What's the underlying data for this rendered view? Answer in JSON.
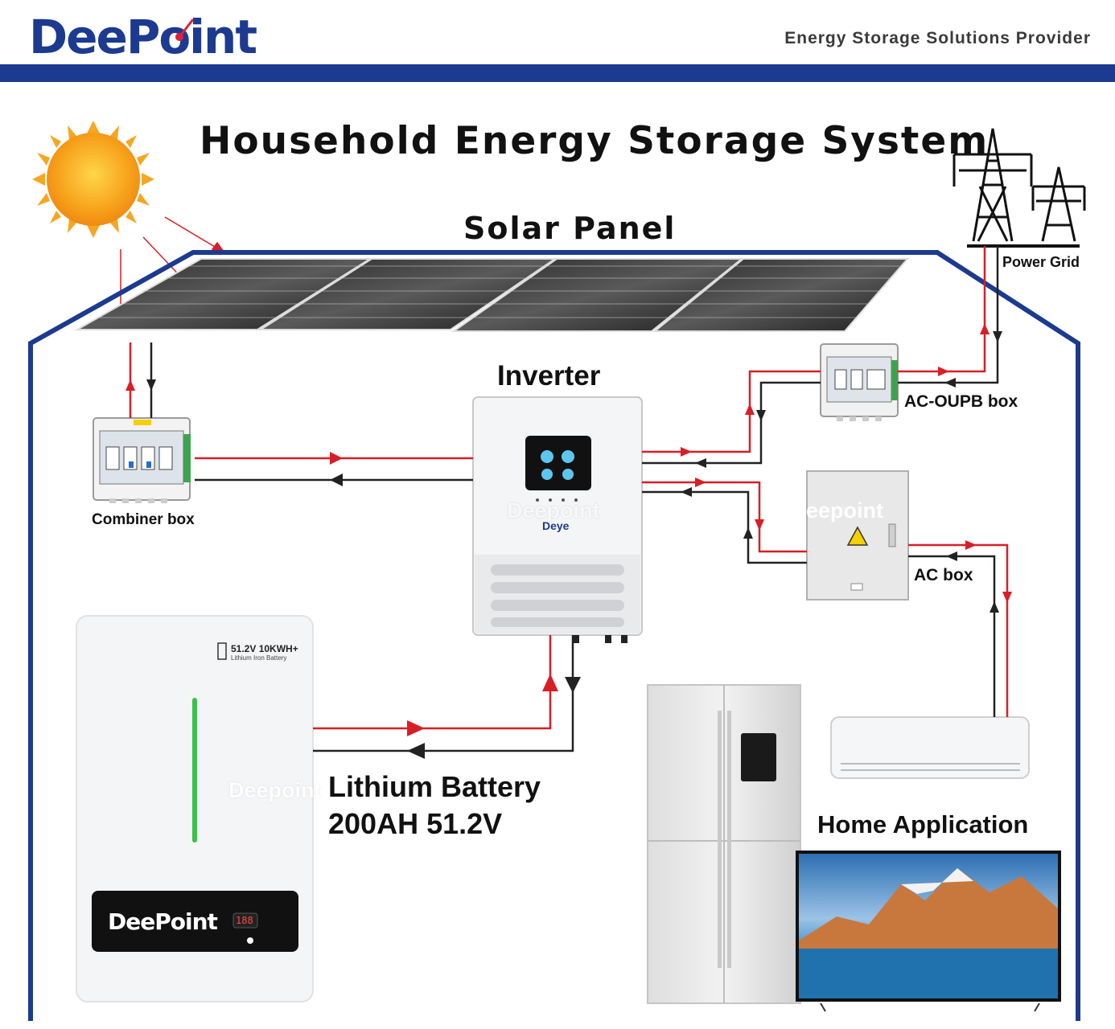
{
  "brand": {
    "logo": "DeePoint",
    "tagline": "Energy Storage Solutions Provider",
    "colors": {
      "primary": "#1c3a8f",
      "logo_accent": "#e0203a",
      "positive_line": "#d81f26",
      "negative_line": "#222222"
    }
  },
  "diagram": {
    "title": "Household Energy Storage System",
    "nodes": {
      "sun": {
        "icon": "sun-icon"
      },
      "solar_panel": {
        "label": "Solar Panel",
        "icon": "solar-panel-icon"
      },
      "power_grid": {
        "label": "Power Grid",
        "icon": "transmission-tower-icon"
      },
      "inverter": {
        "label": "Inverter",
        "brand": "Deye",
        "watermark": "Deepoint",
        "icon": "inverter-icon"
      },
      "combiner_box": {
        "label": "Combiner box",
        "icon": "breaker-box-icon"
      },
      "ac_oupb_box": {
        "label": "AC-OUPB box",
        "icon": "breaker-box-icon"
      },
      "ac_box": {
        "label": "AC box",
        "watermark": "eepoint",
        "icon": "electrical-cabinet-icon"
      },
      "battery": {
        "label_line1": "Lithium Battery",
        "label_line2": "200AH 51.2V",
        "spec": "51.2V 10KWH+",
        "spec_sub": "Lithium Iron Battery",
        "logo": "DeePoint",
        "display": "188",
        "watermark": "Deepoint",
        "icon": "battery-icon"
      },
      "home_application": {
        "label": "Home Application",
        "icons": [
          "refrigerator-icon",
          "air-conditioner-icon",
          "television-icon"
        ]
      }
    }
  }
}
